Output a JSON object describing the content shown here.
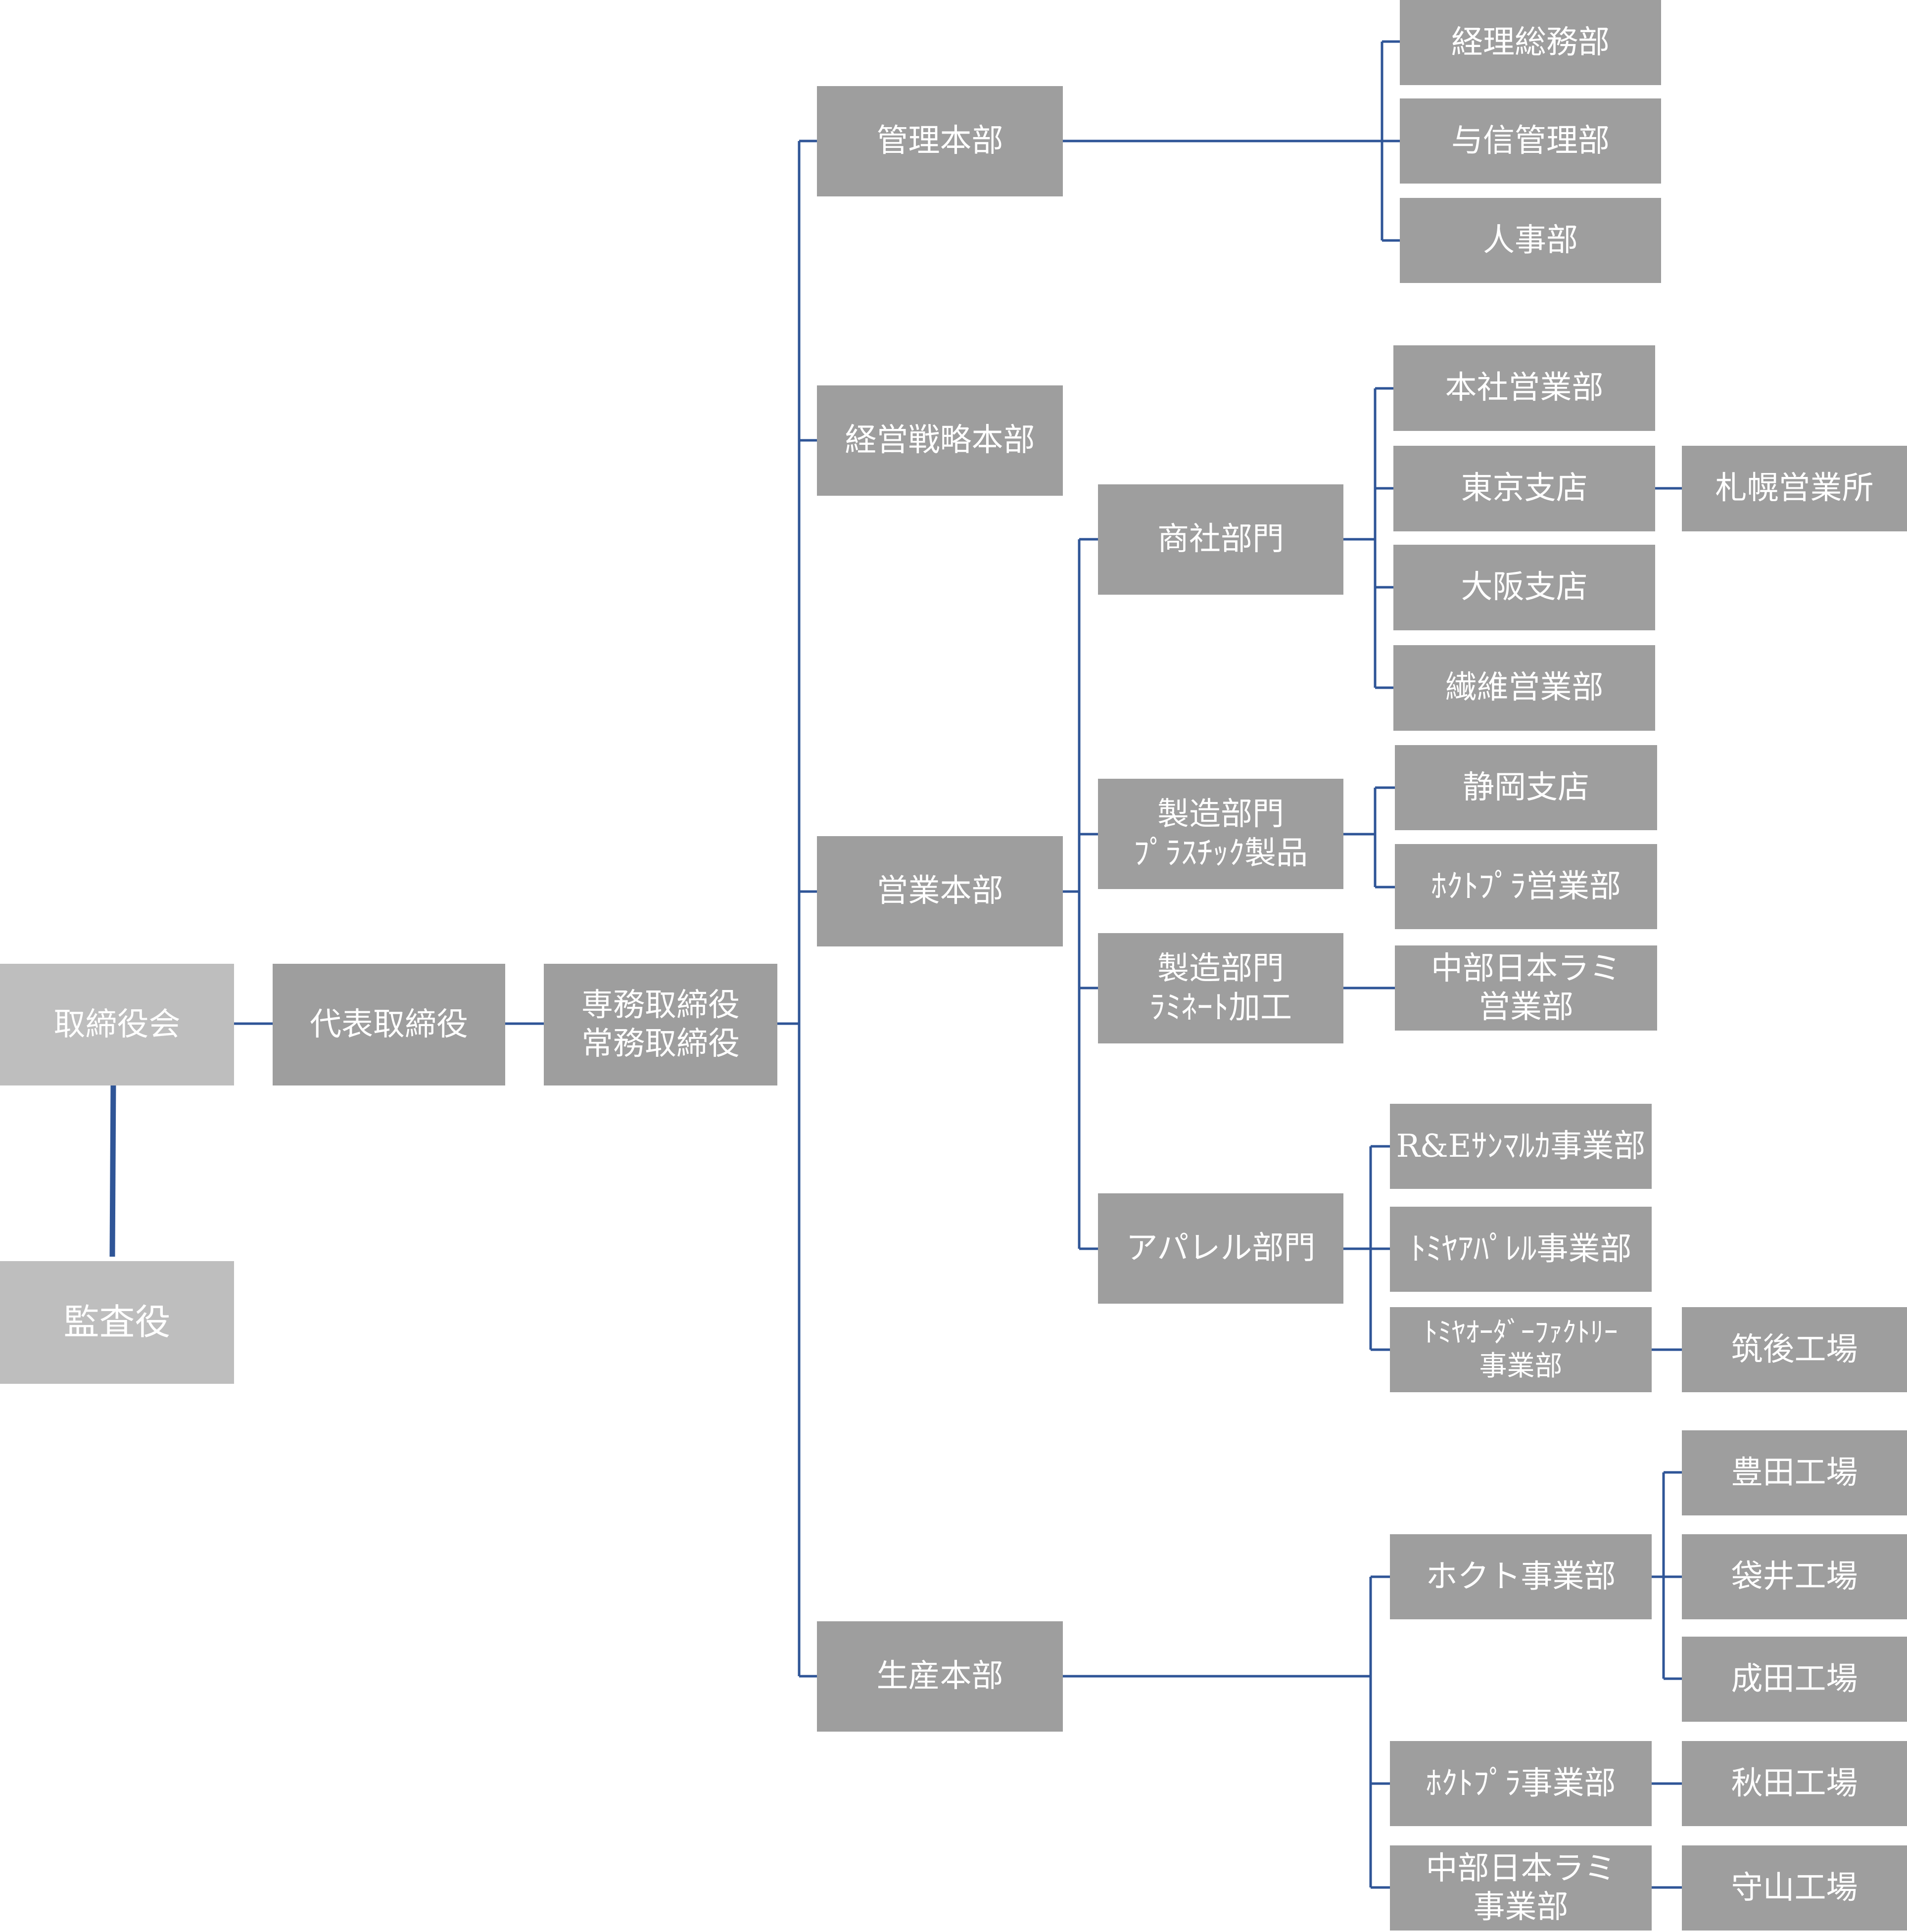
{
  "org": {
    "board": "取締役会",
    "auditor": "監査役",
    "president": "代表取締役",
    "senior_directors": [
      "専務取締役",
      "常務取締役"
    ],
    "divisions": {
      "kanri": "管理本部",
      "keiei": "経営戦略本部",
      "eigyo": "営業本部",
      "seisan": "生産本部"
    },
    "kanri_depts": {
      "keiri": "経理総務部",
      "yoshin": "与信管理部",
      "jinji": "人事部"
    },
    "eigyo_sections": {
      "shosha": "商社部門",
      "plastic": [
        "製造部門",
        "ﾌﾟﾗｽﾁｯｸ製品"
      ],
      "laminate": [
        "製造部門",
        "ﾗﾐﾈｰﾄ加工"
      ],
      "apparel": "アパレル部門"
    },
    "shosha_depts": {
      "honsha": "本社営業部",
      "tokyo": "東京支店",
      "sapporo": "札幌営業所",
      "osaka": "大阪支店",
      "seni": "繊維営業部"
    },
    "plastic_depts": {
      "shizuoka": "静岡支店",
      "hokutopura": "ﾎｸﾄﾌﾟﾗ営業部"
    },
    "laminate_depts": {
      "chubu": [
        "中部日本ラミ",
        "営業部"
      ]
    },
    "apparel_depts": {
      "re": "R&Eｻﾝﾏﾙｶ事業部",
      "tomiya_apparel": "ﾄﾐﾔｱﾊﾟﾚﾙ事業部",
      "tomiya_order": [
        "ﾄﾐﾔｵｰﾀﾞｰﾌｧｸﾄﾘｰ",
        "事業部"
      ],
      "chikugo": "筑後工場"
    },
    "seisan_depts": {
      "hokuto": "ホクト事業部",
      "toyota": "豊田工場",
      "fukuroi": "袋井工場",
      "narita": "成田工場",
      "hokutopura": "ﾎｸﾄﾌﾟﾗ事業部",
      "akita": "秋田工場",
      "chubu": [
        "中部日本ラミ",
        "事業部"
      ],
      "moriyama": "守山工場"
    }
  },
  "colors": {
    "box": "#9e9e9e",
    "box_light": "#bebebe",
    "line": "#2f5597",
    "text": "#ffffff"
  }
}
